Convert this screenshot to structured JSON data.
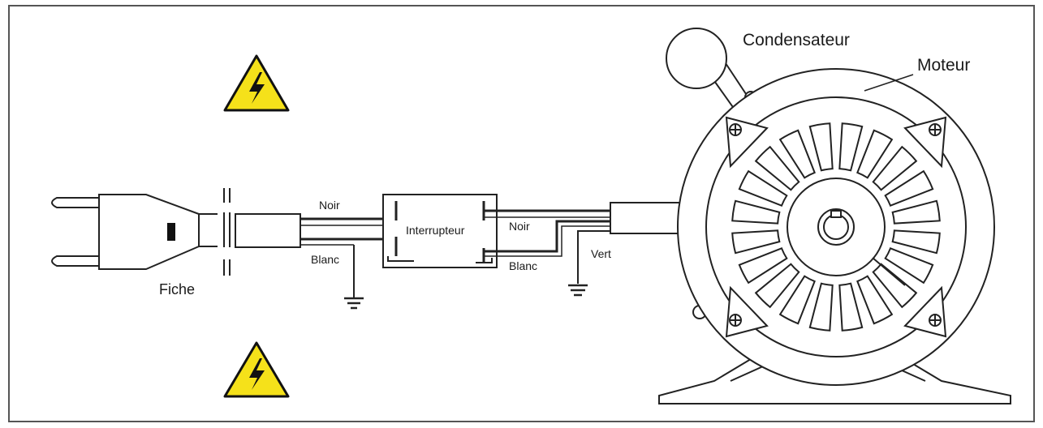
{
  "labels": {
    "capacitor": "Condensateur",
    "motor": "Moteur",
    "plug": "Fiche",
    "switch": "Interrupteur",
    "wire_black_left": "Noir",
    "wire_white_left": "Blanc",
    "wire_black_right": "Noir",
    "wire_white_right": "Blanc",
    "wire_green": "Vert"
  },
  "icons": {
    "warning": "high-voltage-warning-icon",
    "ground": "ground-icon",
    "screw": "screw-icon"
  },
  "colors": {
    "warning_fill": "#f5e11a",
    "outline": "#222222",
    "frame": "#555555"
  }
}
